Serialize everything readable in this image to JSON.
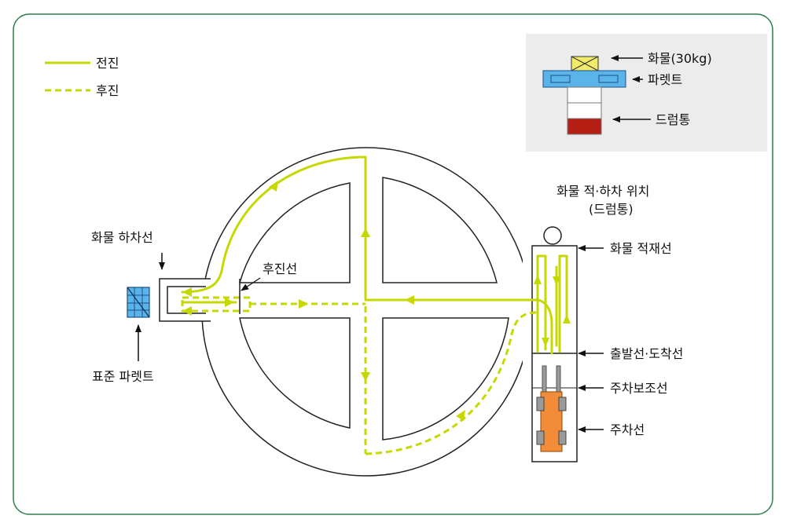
{
  "legend": {
    "forward": "전진",
    "backward": "후진"
  },
  "inset": {
    "cargo": "화물(30kg)",
    "pallet": "파렛트",
    "drum": "드럼통"
  },
  "labels": {
    "unload_line": "화물 하차선",
    "standard_pallet": "표준 파렛트",
    "reverse_line": "후진선",
    "load_position_line1": "화물 적·하차 위치",
    "load_position_line2": "(드럼통)",
    "loading_line": "화물 적재선",
    "start_finish_line": "출발선·도착선",
    "parking_aux_line": "주차보조선",
    "parking_line": "주차선"
  },
  "colors": {
    "path": "#c5d900",
    "frame_border": "#2e7d4f",
    "inset_bg": "#ececec",
    "cargo_box": "#f3ec6b",
    "pallet": "#5ab4ea",
    "drum_red": "#b51e12",
    "forklift": "#f28c38"
  }
}
